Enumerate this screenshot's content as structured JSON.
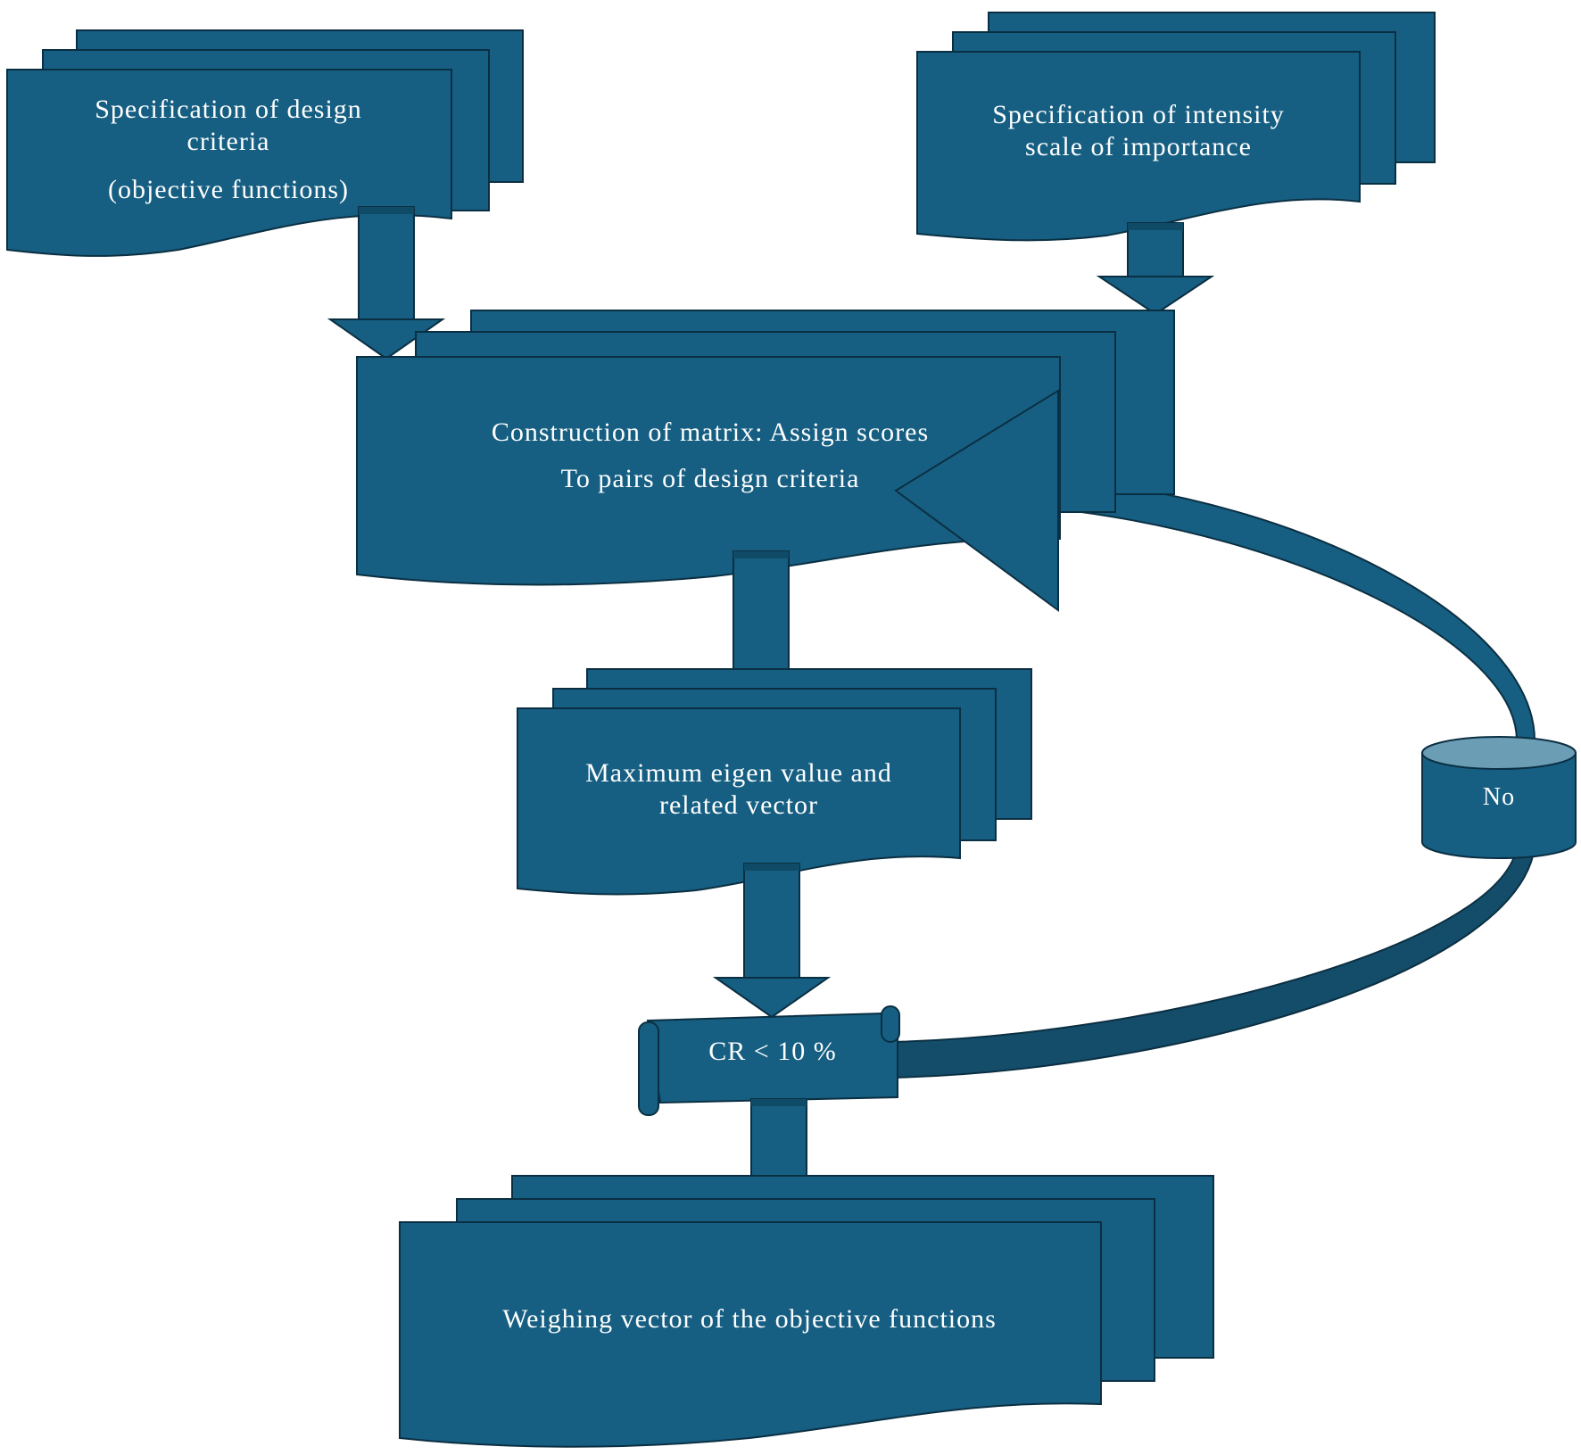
{
  "colors": {
    "fill": "#165f82",
    "stroke": "#0b2f42",
    "arc_dark": "#144d6a",
    "cyl_top": "#6b9db5",
    "text": "#ffffff"
  },
  "nodes": {
    "design_criteria": {
      "line1": "Specification of design",
      "line2": "criteria",
      "line3": "(objective functions)"
    },
    "intensity_scale": {
      "line1": "Specification of intensity",
      "line2": "scale of importance"
    },
    "matrix": {
      "line1": "Construction of matrix: Assign scores",
      "line2": "To pairs of design criteria"
    },
    "eigen": {
      "line1": "Maximum eigen value and",
      "line2": "related vector"
    },
    "consistency_check": {
      "label": "CR < 10 %"
    },
    "no_branch": {
      "label": "No"
    },
    "weighing": {
      "label": "Weighing vector of the objective functions"
    }
  }
}
